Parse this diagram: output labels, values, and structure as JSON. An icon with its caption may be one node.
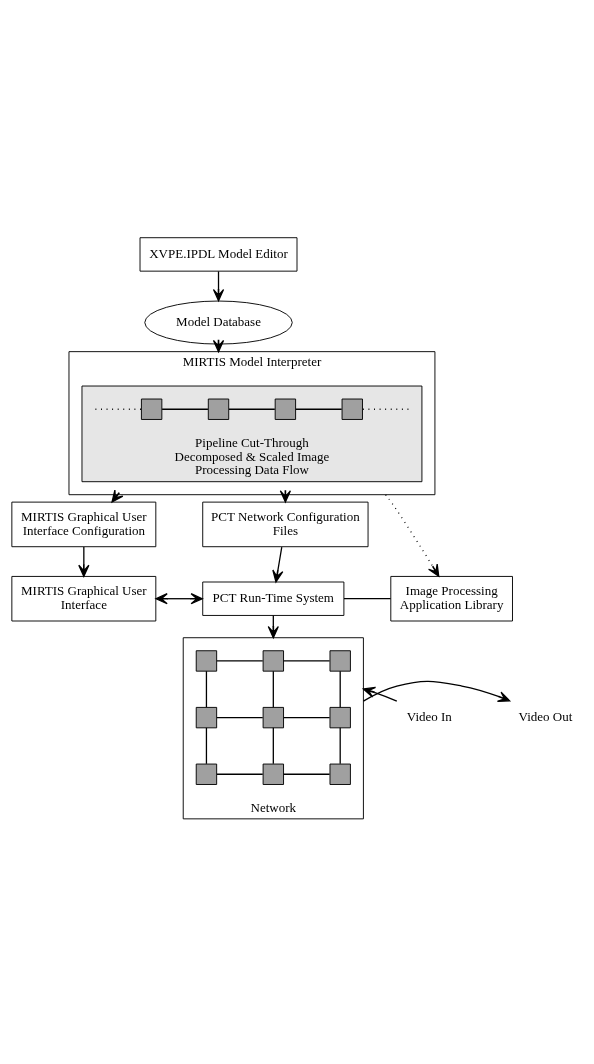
{
  "diagram": {
    "nodes": [
      {
        "text": [
          "XVPE.IPDL Model Editor"
        ]
      },
      {
        "text": [
          "Model Database"
        ]
      },
      {
        "text": [
          "MIRTIS Model Interpreter"
        ]
      },
      {
        "text": [
          "Pipeline Cut-Through Decomposed & Scaled Image Processing Data Flow"
        ],
        "in": 2
      },
      {
        "text": [],
        "shape": "box",
        "in": 3
      },
      {
        "text": [],
        "shape": "box",
        "in": 3
      },
      {
        "text": [],
        "shape": "box",
        "in": 3
      },
      {
        "text": [],
        "shape": "box",
        "in": 3
      },
      {
        "text": [
          "MIRTIS Graphical User Interface Configuration"
        ]
      },
      {
        "text": [
          "PCT Network Configuration Files"
        ]
      },
      {
        "text": [
          "MIRTIS Graphical User Interface"
        ]
      },
      {
        "text": [
          "PCT Run-Time System"
        ]
      },
      {
        "text": [
          "Image Processing Application Library"
        ]
      },
      {
        "text": [
          "Network"
        ]
      },
      {
        "text": [],
        "shape": "box",
        "in": 13
      },
      {
        "text": [],
        "shape": "box",
        "in": 13
      },
      {
        "text": [],
        "shape": "box",
        "in": 13
      },
      {
        "text": [],
        "shape": "box",
        "in": 13
      },
      {
        "text": [],
        "shape": "box",
        "in": 13
      },
      {
        "text": [],
        "shape": "box",
        "in": 13
      },
      {
        "text": [],
        "shape": "box",
        "in": 13
      },
      {
        "text": [],
        "shape": "box",
        "in": 13
      },
      {
        "text": [],
        "shape": "box",
        "in": 13
      },
      {
        "text": [
          "Video In"
        ]
      },
      {
        "text": [
          "Video Out"
        ]
      }
    ],
    "edges": [
      {
        "from": 0,
        "to": 1,
        "arrow": "to"
      },
      {
        "from": 1,
        "to": 2,
        "arrow": "to"
      },
      {
        "from": null,
        "to": 4,
        "arrow": "none",
        "style": "dashed"
      },
      {
        "from": 4,
        "to": 5,
        "arrow": "none"
      },
      {
        "from": 5,
        "to": 6,
        "arrow": "none"
      },
      {
        "from": 6,
        "to": 7,
        "arrow": "none"
      },
      {
        "from": 7,
        "to": null,
        "arrow": "none",
        "style": "dashed"
      },
      {
        "from": 2,
        "to": 8,
        "arrow": "to"
      },
      {
        "from": 2,
        "to": 9,
        "arrow": "to"
      },
      {
        "from": 2,
        "to": 12,
        "arrow": "to",
        "style": "dashed"
      },
      {
        "from": 8,
        "to": 10,
        "arrow": "to"
      },
      {
        "from": 9,
        "to": 11,
        "arrow": "to"
      },
      {
        "from": 10,
        "to": 11,
        "arrow": "both"
      },
      {
        "from": 11,
        "to": 12,
        "arrow": "none"
      },
      {
        "from": 11,
        "to": 13,
        "arrow": "to"
      },
      {
        "from": 14,
        "to": 15,
        "arrow": "none"
      },
      {
        "from": 15,
        "to": 16,
        "arrow": "none"
      },
      {
        "from": 17,
        "to": 18,
        "arrow": "none"
      },
      {
        "from": 18,
        "to": 19,
        "arrow": "none"
      },
      {
        "from": 20,
        "to": 21,
        "arrow": "none"
      },
      {
        "from": 21,
        "to": 22,
        "arrow": "none"
      },
      {
        "from": 14,
        "to": 17,
        "arrow": "none"
      },
      {
        "from": 17,
        "to": 20,
        "arrow": "none"
      },
      {
        "from": 15,
        "to": 18,
        "arrow": "none"
      },
      {
        "from": 18,
        "to": 21,
        "arrow": "none"
      },
      {
        "from": 16,
        "to": 19,
        "arrow": "none"
      },
      {
        "from": 19,
        "to": 22,
        "arrow": "none"
      },
      {
        "from": 23,
        "to": 13,
        "arrow": "to"
      },
      {
        "from": 13,
        "to": 24,
        "arrow": "to"
      }
    ]
  }
}
